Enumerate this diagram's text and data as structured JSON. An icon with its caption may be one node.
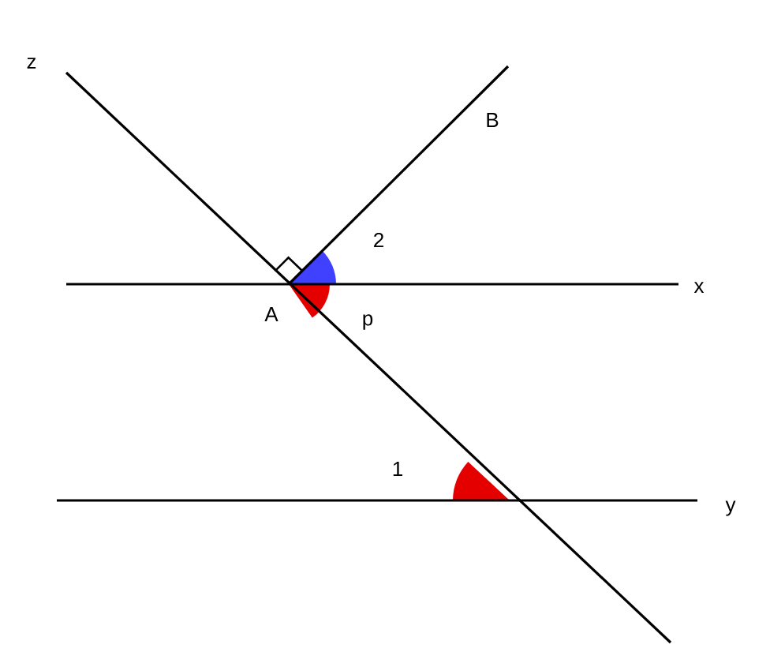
{
  "diagram": {
    "labels": [
      "z",
      "B",
      "2",
      "x",
      "A",
      "p",
      "1",
      "y"
    ]
  }
}
